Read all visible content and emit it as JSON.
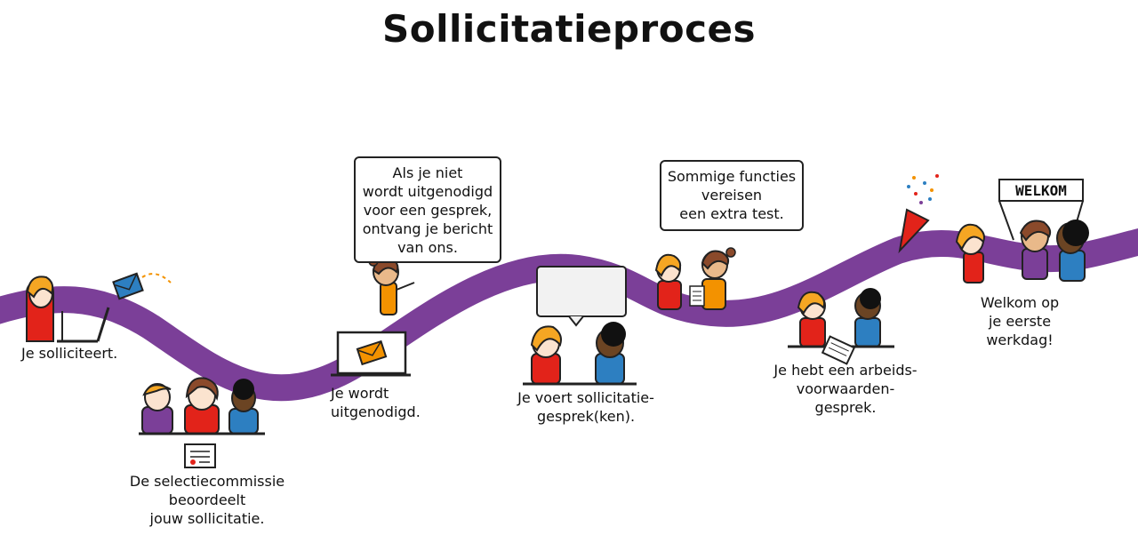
{
  "title": "Sollicitatieproces",
  "steps": [
    {
      "lines": [
        "Je solliciteert."
      ]
    },
    {
      "lines": [
        "De selectiecommissie",
        "beoordeelt",
        "jouw sollicitatie."
      ]
    },
    {
      "lines": [
        "Je wordt",
        "uitgenodigd."
      ]
    },
    {
      "lines": [
        "Je voert sollicitatie-",
        "gesprek(ken)."
      ]
    },
    {
      "lines": [
        "Je hebt een arbeids-",
        "voorwaarden-",
        "gesprek."
      ]
    },
    {
      "lines": [
        "Welkom op",
        "je eerste",
        "werkdag!"
      ]
    }
  ],
  "bubbles": [
    {
      "lines": [
        "Als je niet",
        "wordt uitgenodigd",
        "voor een gesprek,",
        "ontvang je bericht",
        "van ons."
      ]
    },
    {
      "lines": [
        "Sommige functies",
        "vereisen",
        "een extra test."
      ]
    }
  ],
  "banner_text": "WELKOM",
  "colors": {
    "road": "#7b3f98",
    "red_shirt": "#e2231a",
    "blue_shirt": "#2d7fc1",
    "orange_shirt": "#f39200",
    "purple_shirt": "#7b3f98",
    "blonde_hair": "#f5a623",
    "brown_hair": "#8b4a2b",
    "envelope_blue": "#2d7fc1",
    "envelope_orange": "#f39200"
  }
}
